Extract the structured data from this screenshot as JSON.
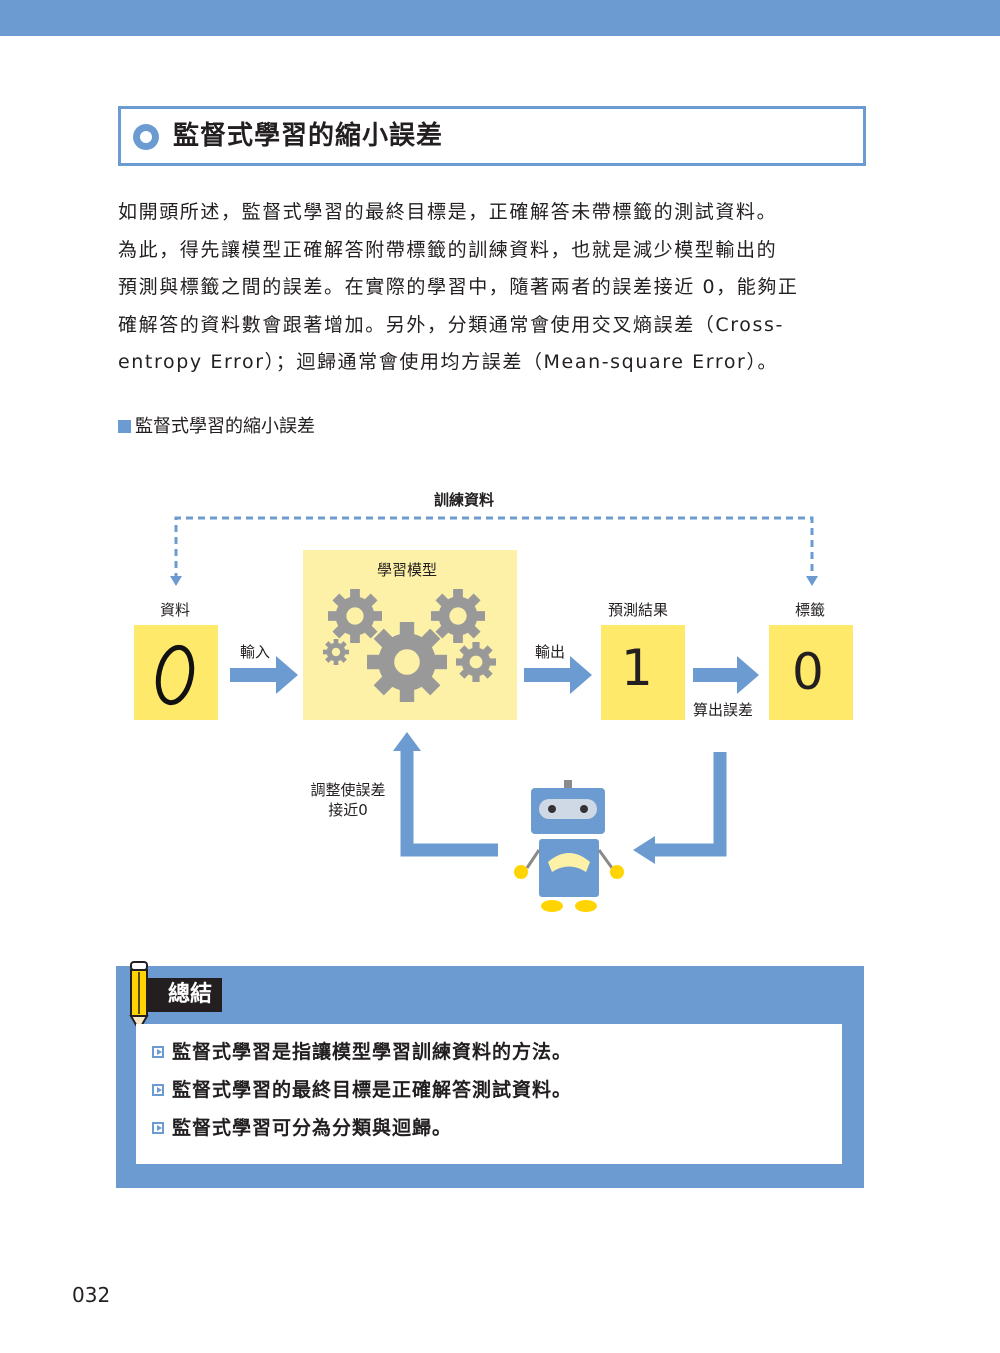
{
  "colors": {
    "accent": "#6c9bd2",
    "yellow": "#ffe96a",
    "panel": "#fdf1a8"
  },
  "section": {
    "title": "監督式學習的縮小誤差"
  },
  "body": {
    "lines": [
      "如開頭所述，監督式學習的最終目標是，正確解答未帶標籤的測試資料。",
      "為此，得先讓模型正確解答附帶標籤的訓練資料，也就是減少模型輸出的",
      "預測與標籤之間的誤差。在實際的學習中，隨著兩者的誤差接近 0，能夠正",
      "確解答的資料數會跟著增加。另外，分類通常會使用交叉熵誤差（Cross-",
      "entropy Error）；迴歸通常會使用均方誤差（Mean-square Error）。"
    ]
  },
  "figure": {
    "caption": "監督式學習的縮小誤差",
    "training_data": "訓練資料",
    "data_label": "資料",
    "model_label": "學習模型",
    "prediction_label": "預測結果",
    "label_label": "標籤",
    "input_arrow": "輸入",
    "output_arrow": "輸出",
    "compute_error": "算出誤差",
    "adjust_line1": "調整使誤差",
    "adjust_line2": "接近0",
    "prediction_value": "1",
    "label_value": "0"
  },
  "summary": {
    "title": "總結",
    "items": [
      "監督式學習是指讓模型學習訓練資料的方法。",
      "監督式學習的最終目標是正確解答測試資料。",
      "監督式學習可分為分類與迴歸。"
    ]
  },
  "page_number": "032"
}
